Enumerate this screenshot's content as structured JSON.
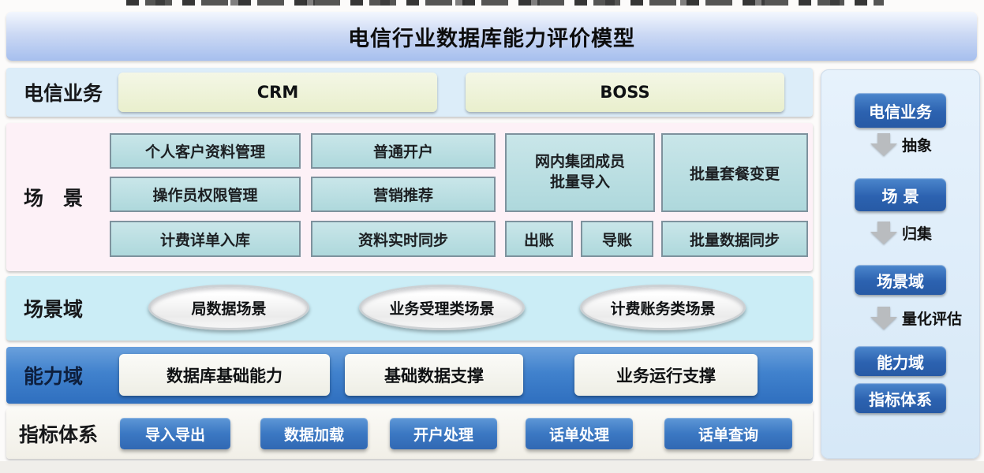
{
  "page": {
    "title": "电信行业数据库能力评价模型"
  },
  "layers": {
    "telecom": {
      "label": "电信业务",
      "systems": [
        "CRM",
        "BOSS"
      ]
    },
    "scenario": {
      "label": "场　景",
      "col1": [
        "个人客户资料管理",
        "操作员权限管理",
        "计费详单入库"
      ],
      "col2": [
        "普通开户",
        "营销推荐",
        "资料实时同步"
      ],
      "tall": [
        "网内集团成员\n批量导入",
        "批量套餐变更"
      ],
      "row3_small": [
        "出账",
        "导账"
      ],
      "row3_wide": "批量数据同步"
    },
    "scenario_domain": {
      "label": "场景域",
      "ellipses": [
        "局数据场景",
        "业务受理类场景",
        "计费账务类场景"
      ]
    },
    "capability": {
      "label": "能力域",
      "boxes": [
        "数据库基础能力",
        "基础数据支撑",
        "业务运行支撑"
      ]
    },
    "indicator": {
      "label": "指标体系",
      "buttons": [
        "导入导出",
        "数据加载",
        "开户处理",
        "话单处理",
        "话单查询"
      ]
    }
  },
  "sidebar": {
    "nodes": [
      "电信业务",
      "场 景",
      "场景域",
      "能力域",
      "指标体系"
    ],
    "arrows": [
      "抽象",
      "归集",
      "量化评估"
    ]
  },
  "colors": {
    "title_bar_blue": "#a6bfee",
    "telecom_row_bg": "#dcedf9",
    "system_box_cream": "#edf2d4",
    "scenario_row_pink": "#fdf1f7",
    "scenario_box_teal": "#b9dde1",
    "scenario_box_border": "#7e929d",
    "domain_row_cyan": "#cbedf6",
    "capability_row_blue": "#4182cd",
    "indicator_button_blue": "#3b78c3",
    "sidebar_bg": "#ddecf8",
    "sidebar_button_blue": "#2c62b0",
    "arrow_gray": "#b9bcbf"
  }
}
